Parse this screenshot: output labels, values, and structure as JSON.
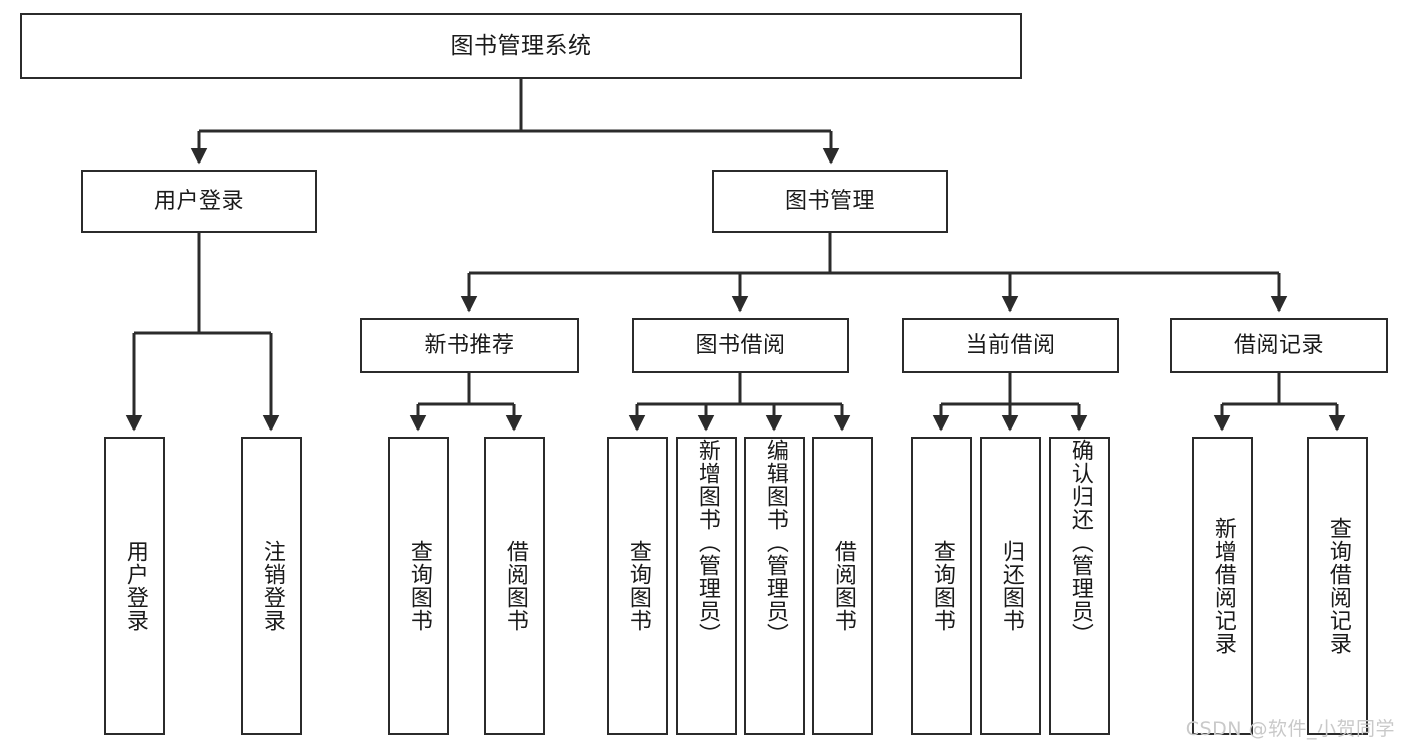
{
  "diagram": {
    "title": "图书管理系统",
    "type": "tree-hierarchy-chart",
    "root": {
      "id": "root",
      "label": "图书管理系统"
    },
    "level2": [
      {
        "id": "user-login",
        "label": "用户登录"
      },
      {
        "id": "book-manage",
        "label": "图书管理"
      }
    ],
    "level3": [
      {
        "id": "new-book-recommend",
        "label": "新书推荐",
        "parent": "book-manage"
      },
      {
        "id": "book-borrow",
        "label": "图书借阅",
        "parent": "book-manage"
      },
      {
        "id": "current-borrow",
        "label": "当前借阅",
        "parent": "book-manage"
      },
      {
        "id": "borrow-record",
        "label": "借阅记录",
        "parent": "book-manage"
      }
    ],
    "leaves": [
      {
        "id": "leaf-user-login",
        "label": "用户登录",
        "parent": "user-login"
      },
      {
        "id": "leaf-logout-login",
        "label": "注销登录",
        "parent": "user-login"
      },
      {
        "id": "leaf-query-book-1",
        "label": "查询图书",
        "parent": "new-book-recommend"
      },
      {
        "id": "leaf-borrow-book-1",
        "label": "借阅图书",
        "parent": "new-book-recommend"
      },
      {
        "id": "leaf-query-book-2",
        "label": "查询图书",
        "parent": "book-borrow"
      },
      {
        "id": "leaf-add-book",
        "label": "新增图书（管理员）",
        "parent": "book-borrow"
      },
      {
        "id": "leaf-edit-book",
        "label": "编辑图书（管理员）",
        "parent": "book-borrow"
      },
      {
        "id": "leaf-borrow-book-2",
        "label": "借阅图书",
        "parent": "book-borrow"
      },
      {
        "id": "leaf-query-book-3",
        "label": "查询图书",
        "parent": "current-borrow"
      },
      {
        "id": "leaf-return-book",
        "label": "归还图书",
        "parent": "current-borrow"
      },
      {
        "id": "leaf-confirm-return",
        "label": "确认归还（管理员）",
        "parent": "current-borrow"
      },
      {
        "id": "leaf-add-record",
        "label": "新增借阅记录",
        "parent": "borrow-record"
      },
      {
        "id": "leaf-query-record",
        "label": "查询借阅记录",
        "parent": "borrow-record"
      }
    ]
  },
  "watermark": {
    "text": "CSDN @软件_小贺同学"
  },
  "colors": {
    "stroke": "#2b2b2b",
    "fill": "#ffffff",
    "text": "#1a1a1a",
    "watermark": "#c9c9c9"
  }
}
